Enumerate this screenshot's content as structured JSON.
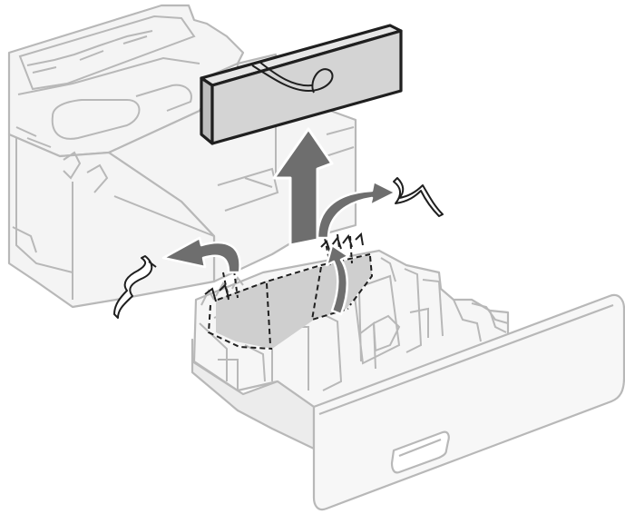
{
  "figure": {
    "kind": "installation-illustration",
    "colors": {
      "outline_light": "#b8b8b8",
      "outline_dark": "#1f1f1f",
      "fill_light": "#f4f4f4",
      "fill_mid": "#d2d2d2",
      "fill_dark": "#5a5a5a",
      "box_fill": "#d4d4d4",
      "arrow_fill": "#6e6e6e"
    },
    "icons": [
      "printer-body",
      "paper-cassette",
      "packing-box",
      "lift-out-arrow",
      "remove-tape-arrow-left",
      "remove-tape-arrow-right",
      "tape-strip-left",
      "tape-strip-right",
      "packing-tape-loop"
    ]
  }
}
